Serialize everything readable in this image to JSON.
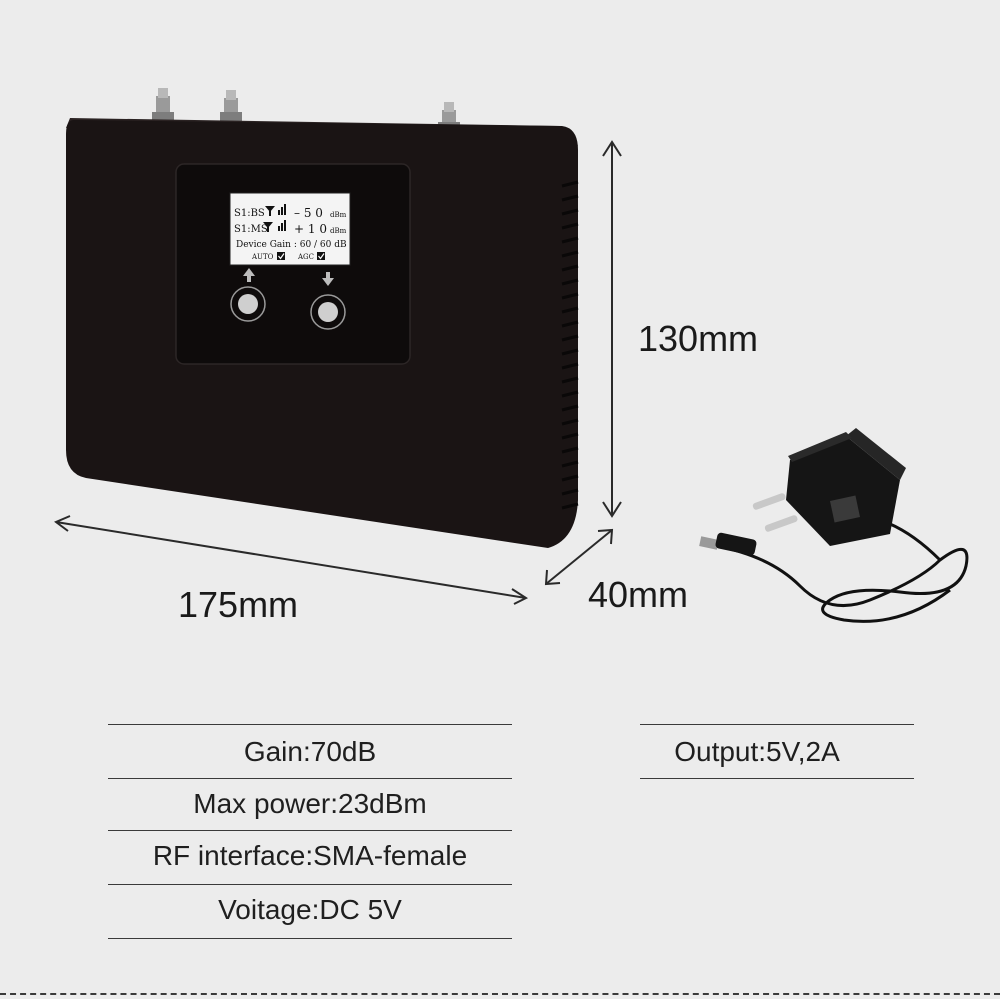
{
  "dimensions": {
    "height": "130mm",
    "width": "175mm",
    "depth": "40mm"
  },
  "lcd": {
    "row1_label": "S1:BS",
    "row1_value": "– 5 0",
    "row1_unit": "dBm",
    "row2_label": "S1:MS",
    "row2_value": "+ 1 0",
    "row2_unit": "dBm",
    "row3": "Device Gain : 60 / 60 dB",
    "auto_label": "AUTO",
    "agc_label": "AGC"
  },
  "specs_left": [
    "Gain:70dB",
    "Max power:23dBm",
    "RF interface:SMA-female",
    "Voitage:DC 5V"
  ],
  "specs_right": [
    "Output:5V,2A"
  ],
  "colors": {
    "background": "#ececec",
    "device_body": "#1a1414",
    "lcd_screen": "#f4f4f4"
  }
}
